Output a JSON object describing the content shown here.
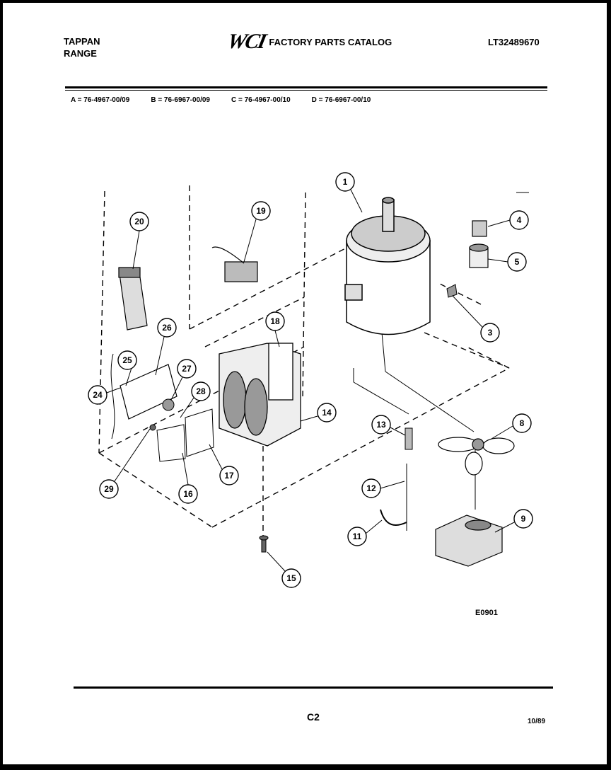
{
  "header": {
    "brand_line1": "TAPPAN",
    "brand_line2": "RANGE",
    "logo": "WCI",
    "catalog_title": "FACTORY PARTS CATALOG",
    "catalog_number": "LT32489670"
  },
  "models": [
    {
      "label": "A = 76-4967-00/09"
    },
    {
      "label": "B = 76-6967-00/09"
    },
    {
      "label": "C = 76-4967-00/10"
    },
    {
      "label": "D = 76-6967-00/10"
    }
  ],
  "diagram": {
    "callouts": [
      "1",
      "3",
      "4",
      "5",
      "8",
      "9",
      "11",
      "12",
      "13",
      "14",
      "15",
      "16",
      "17",
      "18",
      "19",
      "20",
      "24",
      "25",
      "26",
      "27",
      "28",
      "29"
    ],
    "code": "E0901"
  },
  "footer": {
    "page": "C2",
    "date": "10/89"
  }
}
